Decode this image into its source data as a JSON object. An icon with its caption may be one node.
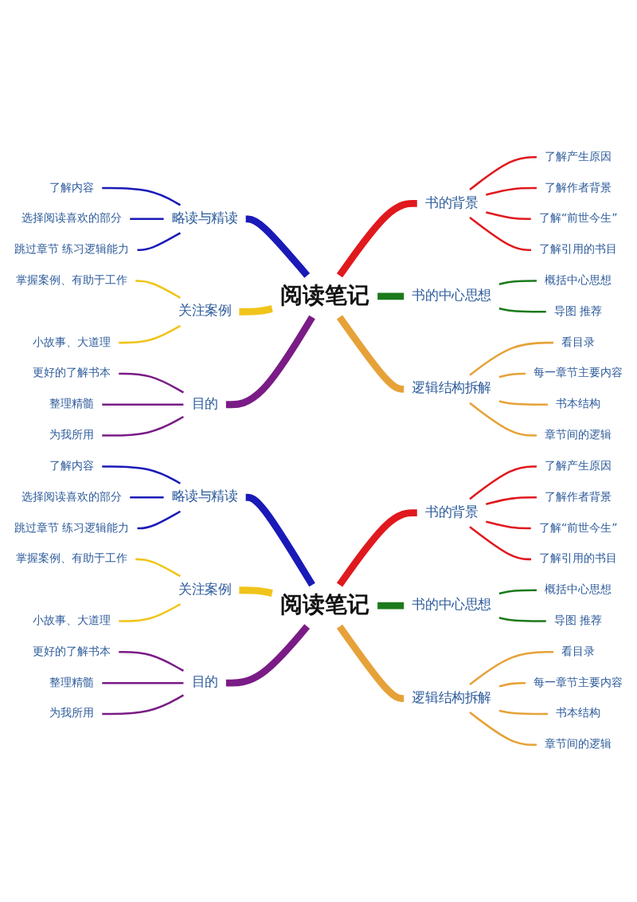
{
  "diagram": {
    "nodes": [
      {
        "text": [
          "阅读笔记"
        ]
      },
      {
        "text": [
          "略读与精读"
        ]
      },
      {
        "text": [
          "了解内容"
        ]
      },
      {
        "text": [
          "选择阅读喜欢的部分"
        ]
      },
      {
        "text": [
          "跳过章节 练习逻辑能力"
        ]
      },
      {
        "text": [
          "关注案例"
        ]
      },
      {
        "text": [
          "掌握案例、有助于工作"
        ]
      },
      {
        "text": [
          "小故事、大道理"
        ]
      },
      {
        "text": [
          "目的"
        ]
      },
      {
        "text": [
          "更好的了解书本"
        ]
      },
      {
        "text": [
          "整理精髓"
        ]
      },
      {
        "text": [
          "为我所用"
        ]
      },
      {
        "text": [
          "书的背景"
        ]
      },
      {
        "text": [
          "了解产生原因"
        ]
      },
      {
        "text": [
          "了解作者背景"
        ]
      },
      {
        "text": [
          "了解“前世今生”"
        ]
      },
      {
        "text": [
          "了解引用的书目"
        ]
      },
      {
        "text": [
          "书的中心思想"
        ]
      },
      {
        "text": [
          "概括中心思想"
        ]
      },
      {
        "text": [
          "导图 推荐"
        ]
      },
      {
        "text": [
          "逻辑结构拆解"
        ]
      },
      {
        "text": [
          "看目录"
        ]
      },
      {
        "text": [
          "每一章节主要内容"
        ]
      },
      {
        "text": [
          "书本结构"
        ]
      },
      {
        "text": [
          "章节间的逻辑"
        ]
      },
      {
        "text": [
          "阅读笔记"
        ]
      },
      {
        "text": [
          "略读与精读"
        ]
      },
      {
        "text": [
          "了解内容"
        ]
      },
      {
        "text": [
          "选择阅读喜欢的部分"
        ]
      },
      {
        "text": [
          "跳过章节 练习逻辑能力"
        ]
      },
      {
        "text": [
          "关注案例"
        ]
      },
      {
        "text": [
          "掌握案例、有助于工作"
        ]
      },
      {
        "text": [
          "小故事、大道理"
        ]
      },
      {
        "text": [
          "目的"
        ]
      },
      {
        "text": [
          "更好的了解书本"
        ]
      },
      {
        "text": [
          "整理精髓"
        ]
      },
      {
        "text": [
          "为我所用"
        ]
      },
      {
        "text": [
          "书的背景"
        ]
      },
      {
        "text": [
          "了解产生原因"
        ]
      },
      {
        "text": [
          "了解作者背景"
        ]
      },
      {
        "text": [
          "了解“前世今生”"
        ]
      },
      {
        "text": [
          "了解引用的书目"
        ]
      },
      {
        "text": [
          "书的中心思想"
        ]
      },
      {
        "text": [
          "概括中心思想"
        ]
      },
      {
        "text": [
          "导图 推荐"
        ]
      },
      {
        "text": [
          "逻辑结构拆解"
        ]
      },
      {
        "text": [
          "看目录"
        ]
      },
      {
        "text": [
          "每一章节主要内容"
        ]
      },
      {
        "text": [
          "书本结构"
        ]
      },
      {
        "text": [
          "章节间的逻辑"
        ]
      }
    ],
    "edges": [
      {
        "from": 1,
        "to": 0,
        "arrow": "none",
        "style": "thick",
        "color": "#1a1ab8"
      },
      {
        "from": 2,
        "to": 1,
        "arrow": "none",
        "color": "#1a1ab8"
      },
      {
        "from": 3,
        "to": 1,
        "arrow": "none",
        "color": "#1a1ab8"
      },
      {
        "from": 4,
        "to": 1,
        "arrow": "none",
        "color": "#1a1ab8"
      },
      {
        "from": 5,
        "to": 0,
        "arrow": "none",
        "style": "thick",
        "color": "#f0c419"
      },
      {
        "from": 6,
        "to": 5,
        "arrow": "none",
        "color": "#f0c419"
      },
      {
        "from": 7,
        "to": 5,
        "arrow": "none",
        "color": "#f0c419"
      },
      {
        "from": 8,
        "to": 0,
        "arrow": "none",
        "style": "thick",
        "color": "#7a1c86"
      },
      {
        "from": 9,
        "to": 8,
        "arrow": "none",
        "color": "#7a1c86"
      },
      {
        "from": 10,
        "to": 8,
        "arrow": "none",
        "color": "#7a1c86"
      },
      {
        "from": 11,
        "to": 8,
        "arrow": "none",
        "color": "#7a1c86"
      },
      {
        "from": 0,
        "to": 12,
        "arrow": "none",
        "style": "thick",
        "color": "#e0191e"
      },
      {
        "from": 12,
        "to": 13,
        "arrow": "none",
        "color": "#e0191e"
      },
      {
        "from": 12,
        "to": 14,
        "arrow": "none",
        "color": "#e0191e"
      },
      {
        "from": 12,
        "to": 15,
        "arrow": "none",
        "color": "#e0191e"
      },
      {
        "from": 12,
        "to": 16,
        "arrow": "none",
        "color": "#e0191e"
      },
      {
        "from": 0,
        "to": 17,
        "arrow": "none",
        "style": "thick",
        "color": "#1b7a1b"
      },
      {
        "from": 17,
        "to": 18,
        "arrow": "none",
        "color": "#1b7a1b"
      },
      {
        "from": 17,
        "to": 19,
        "arrow": "none",
        "color": "#1b7a1b"
      },
      {
        "from": 0,
        "to": 20,
        "arrow": "none",
        "style": "thick",
        "color": "#e6a238"
      },
      {
        "from": 20,
        "to": 21,
        "arrow": "none",
        "color": "#e6a238"
      },
      {
        "from": 20,
        "to": 22,
        "arrow": "none",
        "color": "#e6a238"
      },
      {
        "from": 20,
        "to": 23,
        "arrow": "none",
        "color": "#e6a238"
      },
      {
        "from": 20,
        "to": 24,
        "arrow": "none",
        "color": "#e6a238"
      },
      {
        "from": 26,
        "to": 25,
        "arrow": "none",
        "style": "thick",
        "color": "#1a1ab8"
      },
      {
        "from": 27,
        "to": 26,
        "arrow": "none",
        "color": "#1a1ab8"
      },
      {
        "from": 28,
        "to": 26,
        "arrow": "none",
        "color": "#1a1ab8"
      },
      {
        "from": 29,
        "to": 26,
        "arrow": "none",
        "color": "#1a1ab8"
      },
      {
        "from": 30,
        "to": 25,
        "arrow": "none",
        "style": "thick",
        "color": "#f0c419"
      },
      {
        "from": 31,
        "to": 30,
        "arrow": "none",
        "color": "#f0c419"
      },
      {
        "from": 32,
        "to": 30,
        "arrow": "none",
        "color": "#f0c419"
      },
      {
        "from": 33,
        "to": 25,
        "arrow": "none",
        "style": "thick",
        "color": "#7a1c86"
      },
      {
        "from": 34,
        "to": 33,
        "arrow": "none",
        "color": "#7a1c86"
      },
      {
        "from": 35,
        "to": 33,
        "arrow": "none",
        "color": "#7a1c86"
      },
      {
        "from": 36,
        "to": 33,
        "arrow": "none",
        "color": "#7a1c86"
      },
      {
        "from": 25,
        "to": 37,
        "arrow": "none",
        "style": "thick",
        "color": "#e0191e"
      },
      {
        "from": 37,
        "to": 38,
        "arrow": "none",
        "color": "#e0191e"
      },
      {
        "from": 37,
        "to": 39,
        "arrow": "none",
        "color": "#e0191e"
      },
      {
        "from": 37,
        "to": 40,
        "arrow": "none",
        "color": "#e0191e"
      },
      {
        "from": 37,
        "to": 41,
        "arrow": "none",
        "color": "#e0191e"
      },
      {
        "from": 25,
        "to": 42,
        "arrow": "none",
        "style": "thick",
        "color": "#1b7a1b"
      },
      {
        "from": 42,
        "to": 43,
        "arrow": "none",
        "color": "#1b7a1b"
      },
      {
        "from": 42,
        "to": 44,
        "arrow": "none",
        "color": "#1b7a1b"
      },
      {
        "from": 25,
        "to": 45,
        "arrow": "none",
        "style": "thick",
        "color": "#e6a238"
      },
      {
        "from": 45,
        "to": 46,
        "arrow": "none",
        "color": "#e6a238"
      },
      {
        "from": 45,
        "to": 47,
        "arrow": "none",
        "color": "#e6a238"
      },
      {
        "from": 45,
        "to": 48,
        "arrow": "none",
        "color": "#e6a238"
      },
      {
        "from": 45,
        "to": 49,
        "arrow": "none",
        "color": "#e6a238"
      }
    ]
  }
}
